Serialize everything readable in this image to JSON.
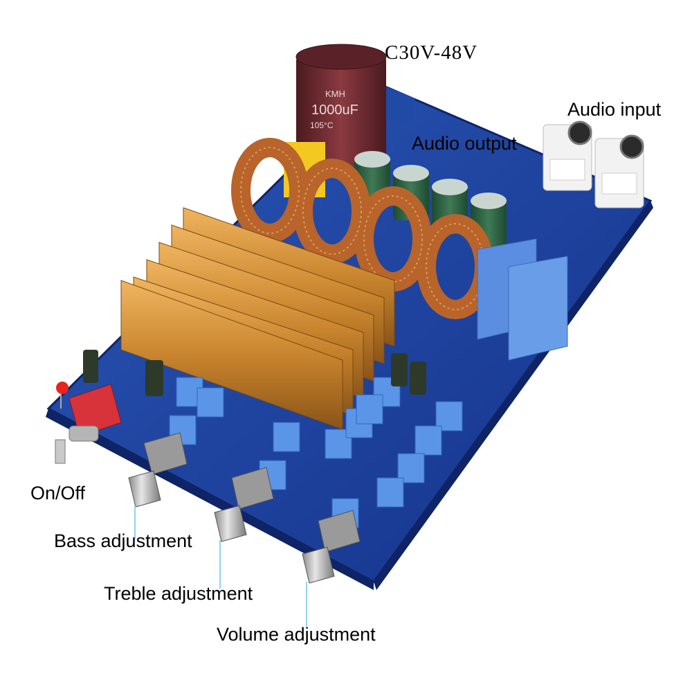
{
  "labels": {
    "voltage": "C30V-48V",
    "audio_input": "Audio input",
    "audio_output": "Audio output",
    "on_off": "On/Off",
    "bass": "Bass adjustment",
    "treble": "Treble adjustment",
    "volume": "Volume adjustment"
  },
  "capacitor_marking": {
    "brand": "KMH",
    "value": "1000uF",
    "rating": "105°C"
  },
  "colors": {
    "pcb": "#1a3f95",
    "heatsink": "#c9852e",
    "coil": "#b8642a",
    "film_capacitor": "#5b8ee0",
    "main_capacitor": "#6b2a2f",
    "led": "#e8231f"
  }
}
